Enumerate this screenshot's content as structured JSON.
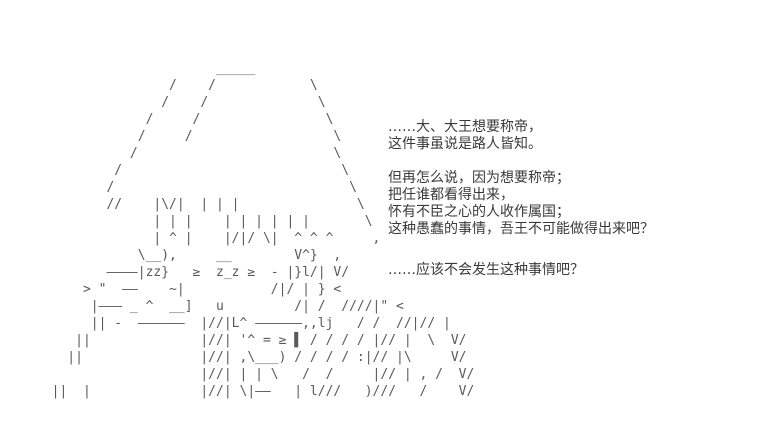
{
  "scene": {
    "background_color": "#ffffff",
    "art_color": "#5a5a5a",
    "text_color": "#3a3a3a"
  },
  "ascii_art": {
    "description": "sleeping-ascii-character",
    "lines": [
      "                       _____",
      "                 /    /            \\",
      "                /    /              \\",
      "              /     /                \\",
      "             /     /                  \\",
      "            /                         \\",
      "          /                            \\",
      "         /                              \\",
      "         //    |\\/|  | | |               \\",
      "               | | |    | | | | | |       \\",
      "               | ^ |    |/|/ \\|  ^ ^ ^     ,",
      "             \\__),     __        V^}  ,",
      "         ————|zz}   ≥  z_z ≥  - |}l/| V/",
      "      > \"  ——    ~|           /|/ | } <",
      "       |——— _ ^  __]   u         /| /  ////|\" <",
      "       || -  ——————  |//|L^ ——————,,lj   / /  //|// |",
      "     ||              |//| '^ = ≥ ▌ / / / / |// |  \\  V/",
      "    ||               |//| ,\\___) / / / / :|// |\\     V/",
      "                     |//| | | \\   /  /     |// | , /  V/",
      "  ||  |              |//| \\|——   | l///   )///   /    V/"
    ]
  },
  "dialogue": {
    "paragraphs": [
      {
        "lines": [
          "……大、大王想要称帝，",
          "这件事虽说是路人皆知。"
        ]
      },
      {
        "lines": [
          "但再怎么说，因为想要称帝；",
          "把任谁都看得出来，",
          "怀有不臣之心的人收作属国；",
          "这种愚蠢的事情，吾王不可能做得出来吧？"
        ]
      },
      {
        "lines": [
          "……应该不会发生这种事情吧？"
        ]
      }
    ]
  }
}
